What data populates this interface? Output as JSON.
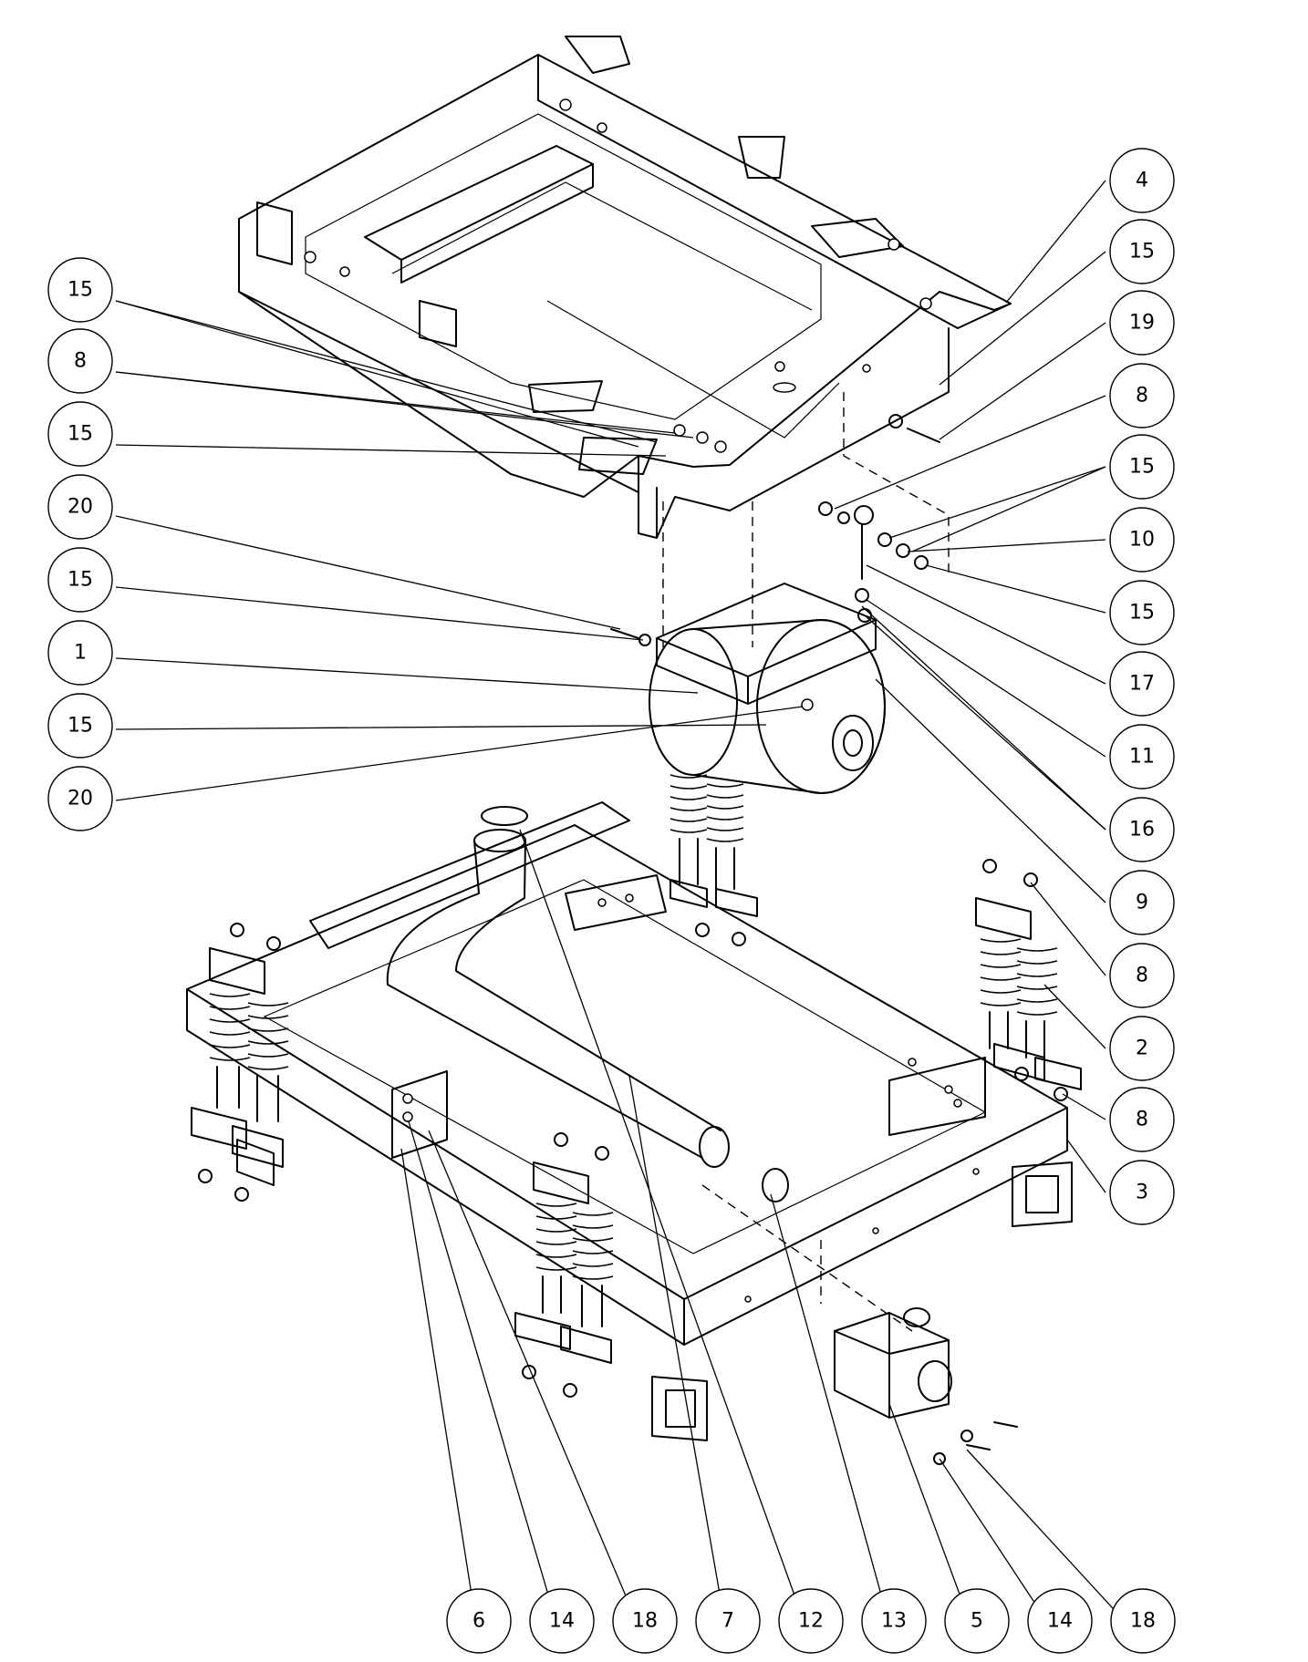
{
  "balloons": [
    {
      "label": "4"
    },
    {
      "label": "15"
    },
    {
      "label": "19"
    },
    {
      "label": "8"
    },
    {
      "label": "15"
    },
    {
      "label": "10"
    },
    {
      "label": "15"
    },
    {
      "label": "17"
    },
    {
      "label": "11"
    },
    {
      "label": "16"
    },
    {
      "label": "9"
    },
    {
      "label": "8"
    },
    {
      "label": "2"
    },
    {
      "label": "8"
    },
    {
      "label": "3"
    },
    {
      "label": "15"
    },
    {
      "label": "8"
    },
    {
      "label": "15"
    },
    {
      "label": "20"
    },
    {
      "label": "15"
    },
    {
      "label": "1"
    },
    {
      "label": "15"
    },
    {
      "label": "20"
    },
    {
      "label": "6"
    },
    {
      "label": "14"
    },
    {
      "label": "18"
    },
    {
      "label": "7"
    },
    {
      "label": "12"
    },
    {
      "label": "13"
    },
    {
      "label": "5"
    },
    {
      "label": "14"
    },
    {
      "label": "18"
    }
  ]
}
